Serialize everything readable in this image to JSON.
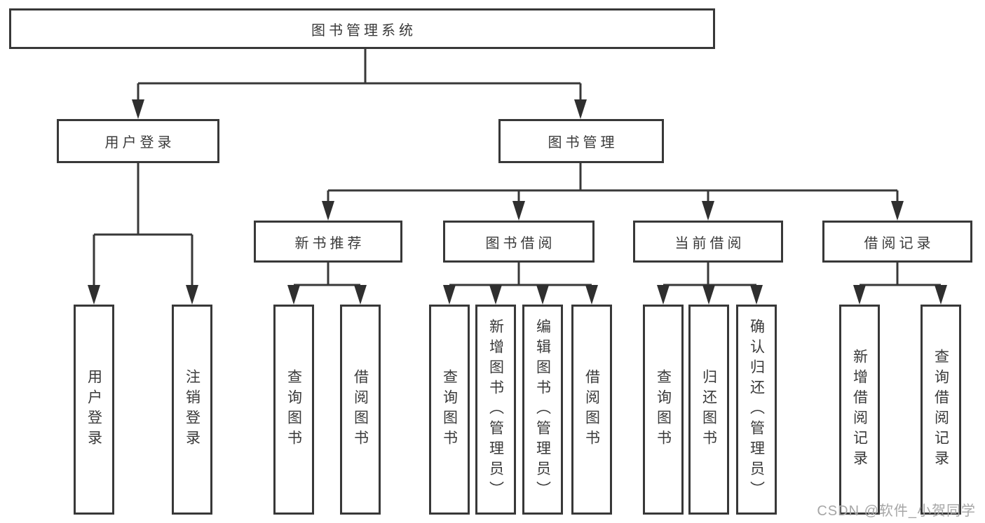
{
  "diagram_type": "function-tree",
  "colors": {
    "line": "#383838",
    "box_border": "#383838",
    "box_fill": "#ffffff",
    "text": "#3a3a3a",
    "watermark": "#a6a6a6",
    "background": "#ffffff"
  },
  "tree": {
    "root": {
      "label": "图书管理系统"
    },
    "branches": [
      {
        "label": "用户登录",
        "children": [
          {
            "label": "用户登录"
          },
          {
            "label": "注销登录"
          }
        ]
      },
      {
        "label": "图书管理",
        "children": [
          {
            "label": "新书推荐",
            "children": [
              {
                "label": "查询图书"
              },
              {
                "label": "借阅图书"
              }
            ]
          },
          {
            "label": "图书借阅",
            "children": [
              {
                "label": "查询图书"
              },
              {
                "label": "新增图书（管理员）"
              },
              {
                "label": "编辑图书（管理员）"
              },
              {
                "label": "借阅图书"
              }
            ]
          },
          {
            "label": "当前借阅",
            "children": [
              {
                "label": "查询图书"
              },
              {
                "label": "归还图书"
              },
              {
                "label": "确认归还（管理员）"
              }
            ]
          },
          {
            "label": "借阅记录",
            "children": [
              {
                "label": "新增借阅记录"
              },
              {
                "label": "查询借阅记录"
              }
            ]
          }
        ]
      }
    ]
  },
  "watermark": {
    "text": "CSDN @软件_小贺同学"
  }
}
